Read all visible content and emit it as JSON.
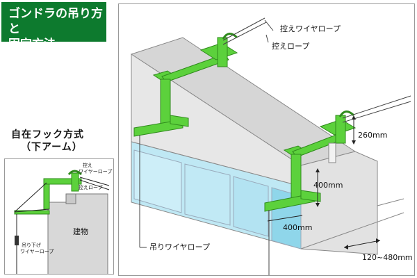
{
  "title": {
    "line1": "ゴンドラの吊り方と",
    "line2": "固定方法"
  },
  "subtitle": {
    "line1": "自在フック方式",
    "line2": "（下アーム）"
  },
  "small_diagram": {
    "holding_wire_label": {
      "line1": "控え",
      "line2": "ワイヤーロープ"
    },
    "holding_rope_label": "控えロープ",
    "building_label": "建物",
    "hanging_label": {
      "line1": "吊り下げ",
      "line2": "ワイヤーロープ"
    }
  },
  "main_diagram": {
    "holding_wire_label": "控えワイヤロープ",
    "holding_rope_label": "控えロープ",
    "hanging_wire_label": "吊りワイヤロープ",
    "dim_260": "260mm",
    "dim_400_vertical": "400mm",
    "dim_400_horizontal": "400mm",
    "dim_range": "120~480mm"
  },
  "colors": {
    "title_bg": "#0d7a2e",
    "arm_green": "#5cd13c",
    "arm_dark": "#2f8a1c",
    "wall": "#e2e2e2",
    "glass": "#8fd6ea"
  }
}
